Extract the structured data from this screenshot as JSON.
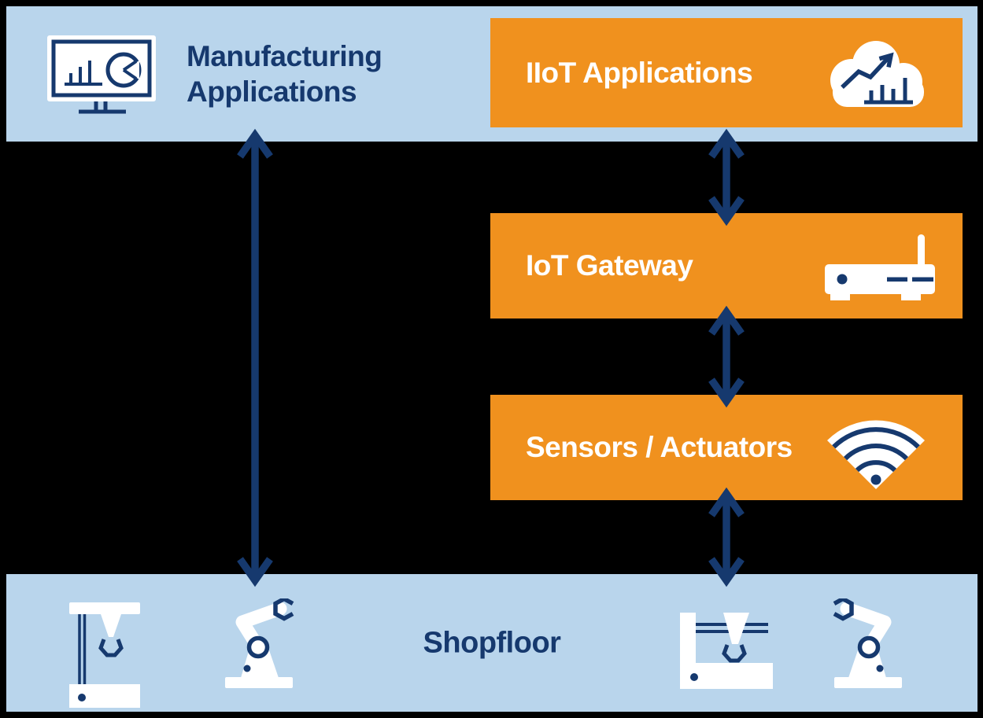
{
  "colors": {
    "background": "#000000",
    "band_blue": "#b9d5ec",
    "box_orange": "#f0911e",
    "navy": "#16396e",
    "white": "#ffffff"
  },
  "top_band": {
    "label": "Manufacturing\nApplications",
    "icon": "monitor-chart-icon"
  },
  "boxes": [
    {
      "label": "IIoT Applications",
      "icon": "cloud-analytics-icon"
    },
    {
      "label": "IoT Gateway",
      "icon": "router-icon"
    },
    {
      "label": "Sensors / Actuators",
      "icon": "wifi-icon"
    }
  ],
  "shopfloor_band": {
    "label": "Shopfloor",
    "icons": [
      "cnc-machine-icon",
      "robot-arm-icon",
      "cnc-machine-2-icon",
      "robot-arm-2-icon"
    ]
  },
  "arrows": {
    "count": 4,
    "style": "double-headed",
    "color": "#16396e",
    "connections": [
      "manufacturing-applications to shopfloor",
      "iiot-applications to iot-gateway",
      "iot-gateway to sensors-actuators",
      "sensors-actuators to shopfloor"
    ]
  }
}
